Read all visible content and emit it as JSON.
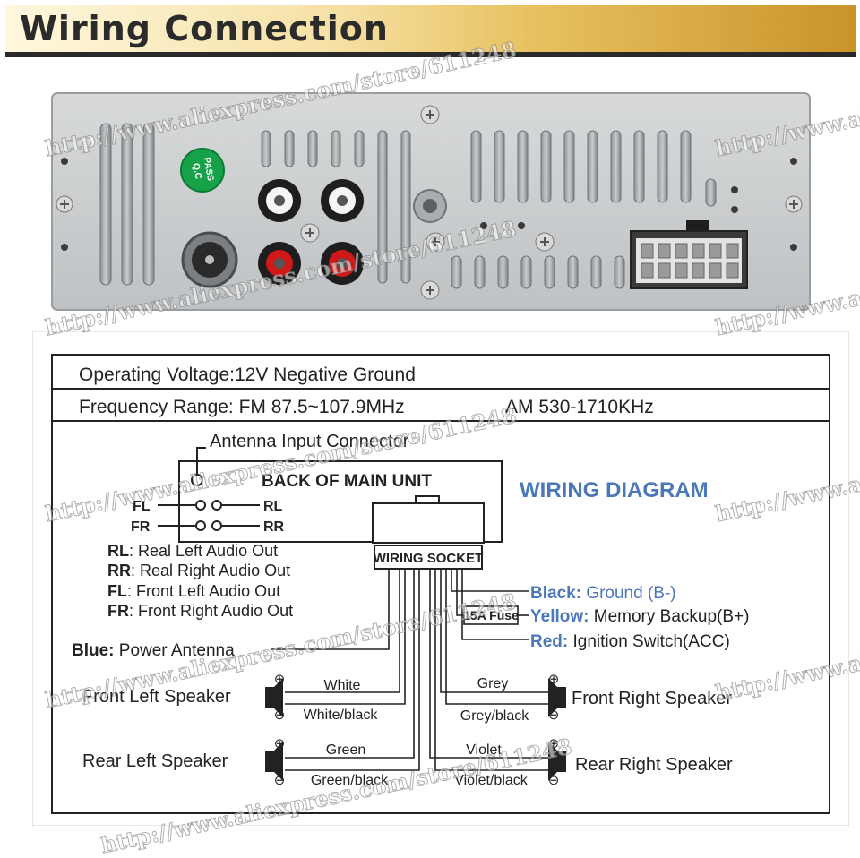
{
  "header": {
    "title": "Wiring Connection"
  },
  "unit": {
    "sticker_line1": "PASS",
    "sticker_line2": "Q.C"
  },
  "specs": {
    "voltage": "Operating Voltage:12V Negative Ground",
    "frequency_fm": "Frequency Range: FM 87.5~107.9MHz",
    "frequency_am": "AM 530-1710KHz"
  },
  "diagram": {
    "antenna_label": "Antenna Input Connector",
    "back_label": "BACK OF MAIN UNIT",
    "title": "WIRING DIAGRAM",
    "jacks": {
      "fl": "FL",
      "rl": "RL",
      "fr": "FR",
      "rr": "RR"
    },
    "legend": [
      {
        "key": "RL",
        "text": ": Real Left Audio Out"
      },
      {
        "key": "RR",
        "text": ": Real Right Audio Out"
      },
      {
        "key": "FL",
        "text": ": Front Left Audio Out"
      },
      {
        "key": "FR",
        "text": ": Front Right Audio Out"
      }
    ],
    "socket_label": "WIRING SOCKET",
    "fuse_label": "15A Fuse",
    "power": [
      {
        "color_name": "Black:",
        "desc": " Ground (B-)"
      },
      {
        "color_name": "Yellow:",
        "desc": " Memory Backup(B+)"
      },
      {
        "color_name": "Red:",
        "desc": " Ignition Switch(ACC)"
      }
    ],
    "antenna_wire": {
      "color_name": "Blue:",
      "desc": " Power Antenna"
    },
    "speakers": {
      "front_left": {
        "label": "Front Left Speaker",
        "pos": "White",
        "neg": "White/black"
      },
      "front_right": {
        "label": "Front Right Speaker",
        "pos": "Grey",
        "neg": "Grey/black"
      },
      "rear_left": {
        "label": "Rear Left Speaker",
        "pos": "Green",
        "neg": "Green/black"
      },
      "rear_right": {
        "label": "Rear Right Speaker",
        "pos": "Violet",
        "neg": "Violet/black"
      }
    },
    "plus_sign": "⊕",
    "minus_sign": "⊖"
  },
  "watermarks": {
    "store": "http://www.aliexpress.com/store/611248"
  },
  "colors": {
    "title_blue": "#4a78b8",
    "rca_red": "#d01818",
    "sticker_green": "#17a24a"
  }
}
